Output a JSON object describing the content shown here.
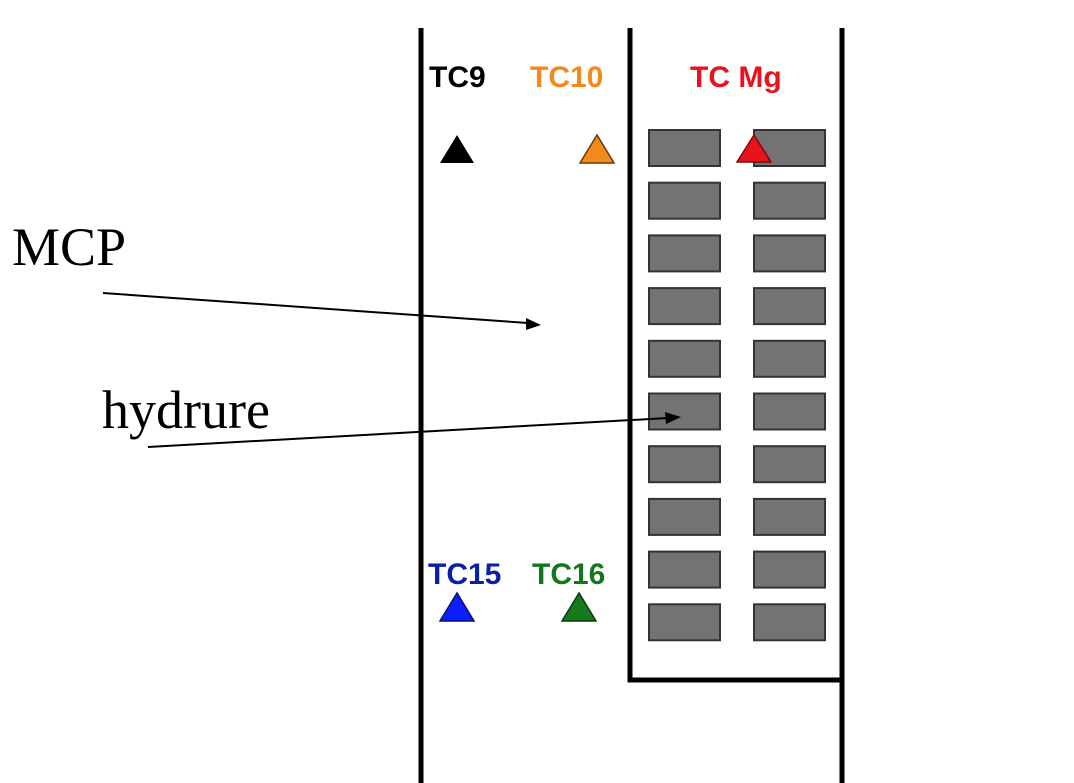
{
  "labels": {
    "mcp": "MCP",
    "hydride": "hydrure"
  },
  "thermocouples": [
    {
      "id": "tc9",
      "label": "TC9",
      "color": "#000000"
    },
    {
      "id": "tc10",
      "label": "TC10",
      "color": "#f28a1e"
    },
    {
      "id": "tcmg",
      "label": "TC Mg",
      "color": "#e8141c"
    },
    {
      "id": "tc15",
      "label": "TC15",
      "color": "#0a1eaa"
    },
    {
      "id": "tc16",
      "label": "TC16",
      "color": "#15771c"
    }
  ],
  "hydride_block": {
    "rows": 10,
    "columns": 2,
    "fill": "#737373",
    "stroke": "#333333"
  },
  "colors": {
    "walls": "#000000",
    "arrows": "#000000",
    "background": "#ffffff"
  }
}
